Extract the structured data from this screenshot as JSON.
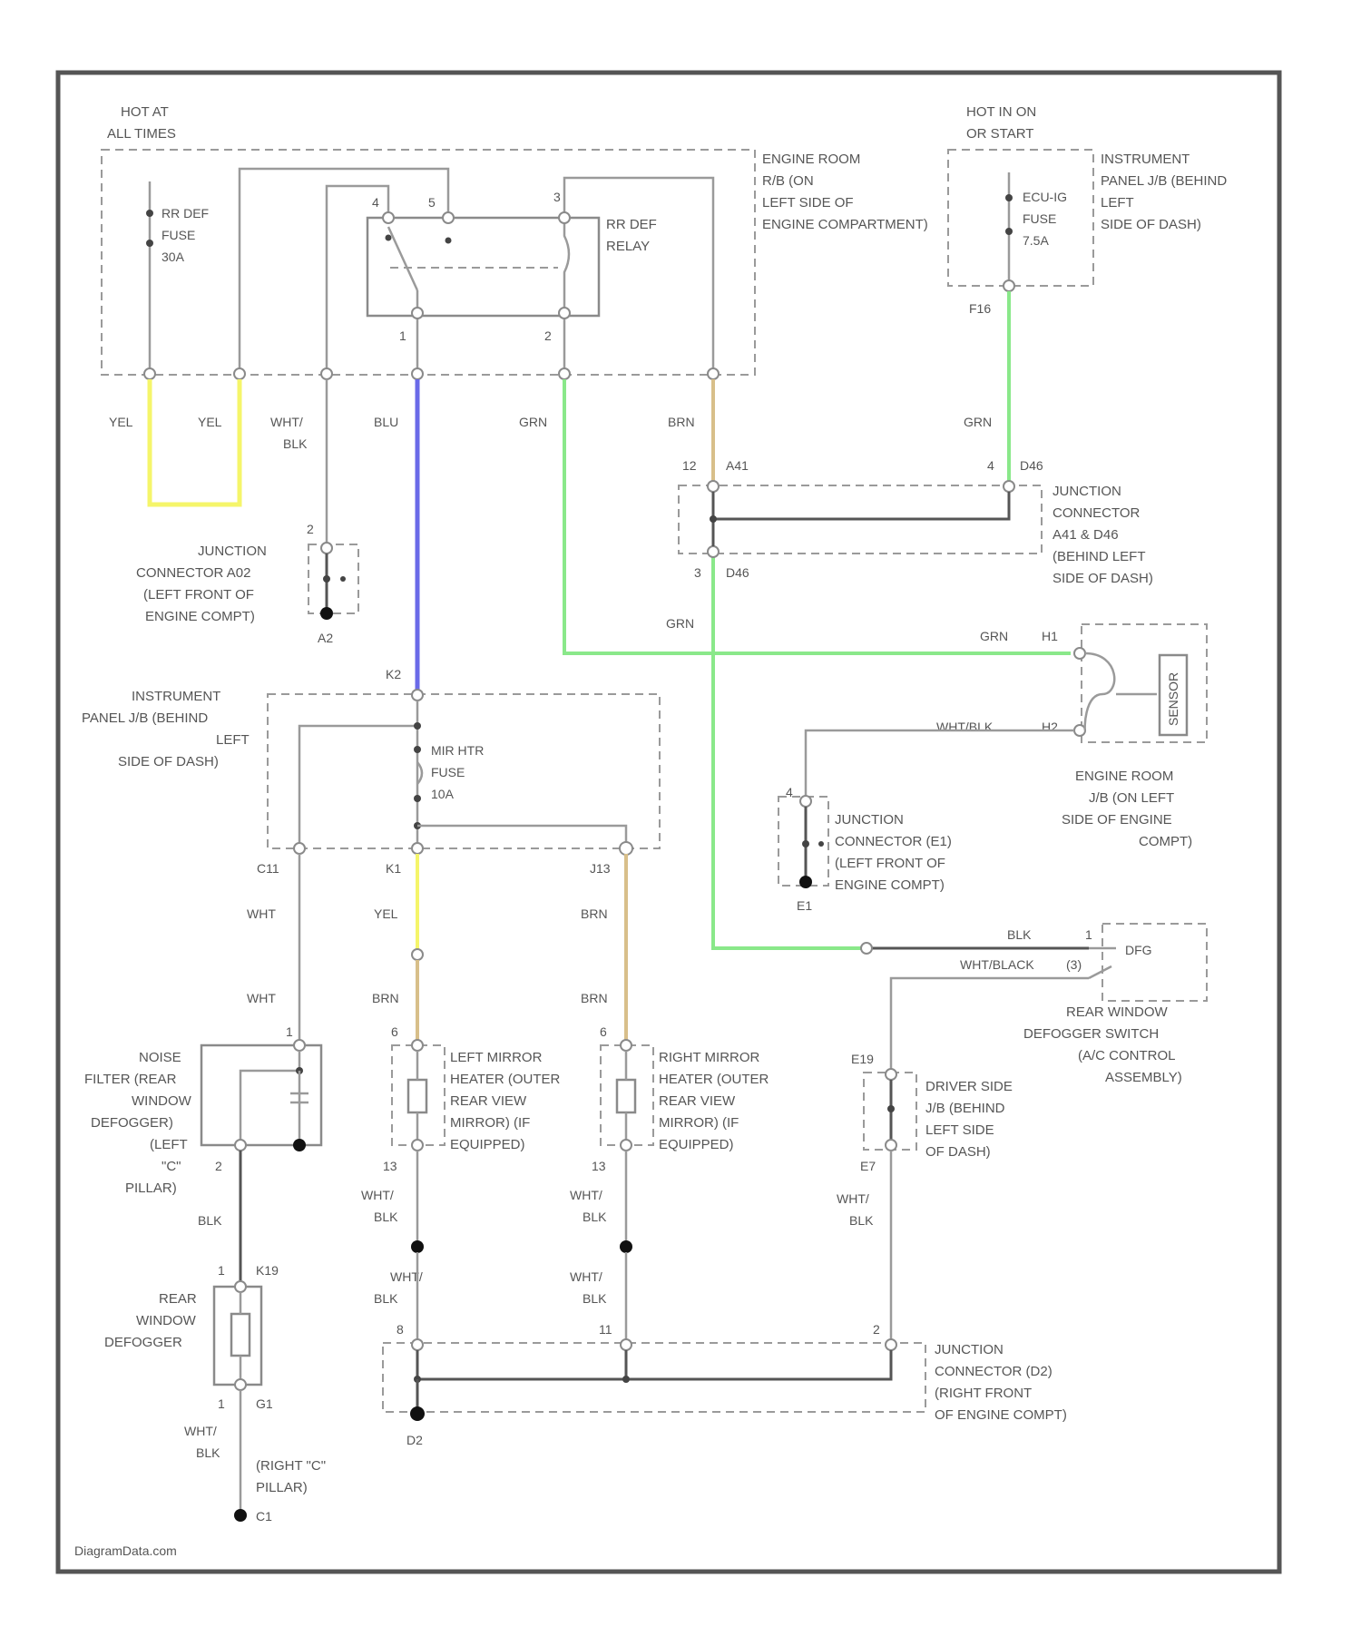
{
  "colors": {
    "yellow_wire": "#f5f56a",
    "blue_wire": "#6a6ae8",
    "green_wire": "#8ae88a",
    "tan_wire": "#d8bf8a",
    "frame": "#555555",
    "wire": "#9a9a9a"
  },
  "top": {
    "hot_at_all_times": [
      "HOT AT",
      "ALL TIMES"
    ],
    "hot_in_on": [
      "HOT IN ON",
      "OR START"
    ],
    "rr_def_fuse": [
      "RR DEF",
      "FUSE",
      "30A"
    ],
    "ecu_ig_fuse": [
      "ECU-IG",
      "FUSE",
      "7.5A"
    ],
    "engine_room_rb": [
      "ENGINE ROOM",
      "R/B (ON",
      "LEFT SIDE OF",
      "ENGINE COMPARTMENT)"
    ],
    "instrument_panel_jb_top": [
      "INSTRUMENT",
      "PANEL J/B (BEHIND",
      "LEFT",
      "SIDE OF DASH)"
    ],
    "rr_def_relay": [
      "RR DEF",
      "RELAY"
    ],
    "relay_pins": [
      "4",
      "5",
      "1",
      "2",
      "3"
    ],
    "f16": "F16"
  },
  "wire_labels": {
    "yel_left": "YEL",
    "yel_right": "YEL",
    "wht_blk_a": [
      "WHT/",
      "BLK"
    ],
    "blu": "BLU",
    "grn_top": "GRN",
    "brn_top": "BRN",
    "grn_right": "GRN",
    "grn_mid": "GRN",
    "grn_h": "GRN",
    "wht_blk_h": "WHT/BLK",
    "blk_h": "BLK",
    "wht_black_h": "WHT/BLACK",
    "wht_1": "WHT",
    "wht_2": "WHT",
    "yel_mid": "YEL",
    "brn_mid_l": "BRN",
    "brn_mid_r1": "BRN",
    "brn_mid_r2": "BRN",
    "brn_low_l": "BRN",
    "blk_left": "BLK",
    "wht_blk_bottom": [
      "WHT/",
      "BLK"
    ],
    "wht_blk_m1": [
      "WHT/",
      "BLK"
    ],
    "wht_blk_m2": [
      "WHT/",
      "BLK"
    ],
    "wht_blk_m3": [
      "WHT/",
      "BLK"
    ],
    "wht_blk_m4": [
      "WHT/",
      "BLK"
    ],
    "wht_blk_jb": [
      "WHT/",
      "BLK"
    ]
  },
  "connectors": {
    "a41": "A41",
    "d46_top": "D46",
    "d46_bot": "D46",
    "pin12": "12",
    "pin4": "4",
    "pin3": "3",
    "a2": "A2",
    "pin2_a2": "2",
    "c1_pin": "1",
    "c1_label": "C1",
    "h1": "H1",
    "h2": "H2",
    "k1": "K1",
    "c11": "C11",
    "j13": "J13",
    "d2": "D2",
    "d2_pin": "6",
    "e19": "E19",
    "e7": "E7",
    "k19": "K19",
    "g1": "G1",
    "pin1_left": "1",
    "pin2_left": "2",
    "pin1_k19": "1",
    "pin1_g1": "1",
    "pin6_a": "6",
    "pin6_b": "6",
    "pin13_a": "13",
    "pin13_b": "13",
    "pin8": "8",
    "pin11": "11",
    "pin2_d": "2",
    "pin1_sw": "1",
    "pin3_sw": "3",
    "e2_pin": "4",
    "e2": "E1"
  },
  "components": {
    "jc_a2": [
      "JUNCTION",
      "CONNECTOR A02",
      "(LEFT FRONT OF",
      "ENGINE COMPT)"
    ],
    "jc_a41": [
      "JUNCTION",
      "CONNECTOR",
      "A41 & D46",
      "(BEHIND LEFT",
      "SIDE OF DASH)"
    ],
    "ip_jb_mid": [
      "INSTRUMENT",
      "PANEL J/B (BEHIND",
      "LEFT",
      "SIDE OF DASH)"
    ],
    "mir_htr_fuse": [
      "MIR HTR",
      "FUSE",
      "10A"
    ],
    "engine_room_jb": [
      "ENGINE ROOM",
      "J/B (ON LEFT",
      "SIDE OF ENGINE",
      "COMPT)"
    ],
    "jc_e1": [
      "JUNCTION",
      "CONNECTOR (E1)",
      "(LEFT FRONT OF",
      "ENGINE COMPT)"
    ],
    "defogger_switch": [
      "REAR WINDOW",
      "DEFOGGER SWITCH",
      "(A/C CONTROL",
      "ASSEMBLY)"
    ],
    "switch_tag": "DFG",
    "noise_filter": [
      "NOISE",
      "FILTER (REAR",
      "WINDOW",
      "DEFOGGER)",
      "(LEFT",
      "\"C\"",
      "PILLAR)"
    ],
    "left_mirror": [
      "LEFT MIRROR",
      "HEATER (OUTER",
      "REAR VIEW",
      "MIRROR) (IF",
      "EQUIPPED)"
    ],
    "right_mirror": [
      "RIGHT MIRROR",
      "HEATER (OUTER",
      "REAR VIEW",
      "MIRROR) (IF",
      "EQUIPPED)"
    ],
    "driver_jb": [
      "DRIVER SIDE",
      "J/B (BEHIND",
      "LEFT SIDE",
      "OF DASH)"
    ],
    "rear_defogger": [
      "REAR",
      "WINDOW",
      "DEFOGGER"
    ],
    "right_c_pillar": [
      "(RIGHT \"C\"",
      "PILLAR)"
    ],
    "jc_d2": [
      "JUNCTION",
      "CONNECTOR (D2)",
      "(RIGHT FRONT",
      "OF ENGINE COMPT)"
    ],
    "sensor_tag": "SENSOR"
  },
  "footer": "DiagramData.com"
}
